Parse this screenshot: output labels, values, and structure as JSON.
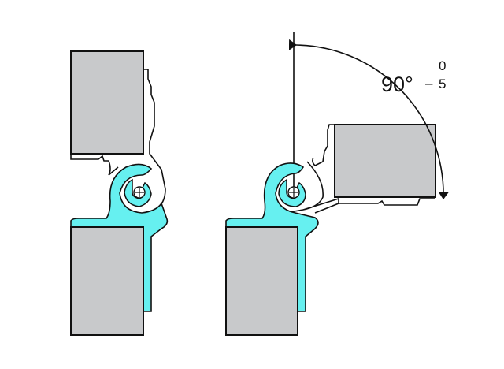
{
  "annotation": {
    "angle_main": "90°",
    "tolerance_upper": "0",
    "tolerance_sign": "–",
    "tolerance_lower": "5"
  },
  "colors": {
    "panel": "#c8c9cb",
    "hinge": "#66f0f0",
    "stroke": "#111111"
  }
}
